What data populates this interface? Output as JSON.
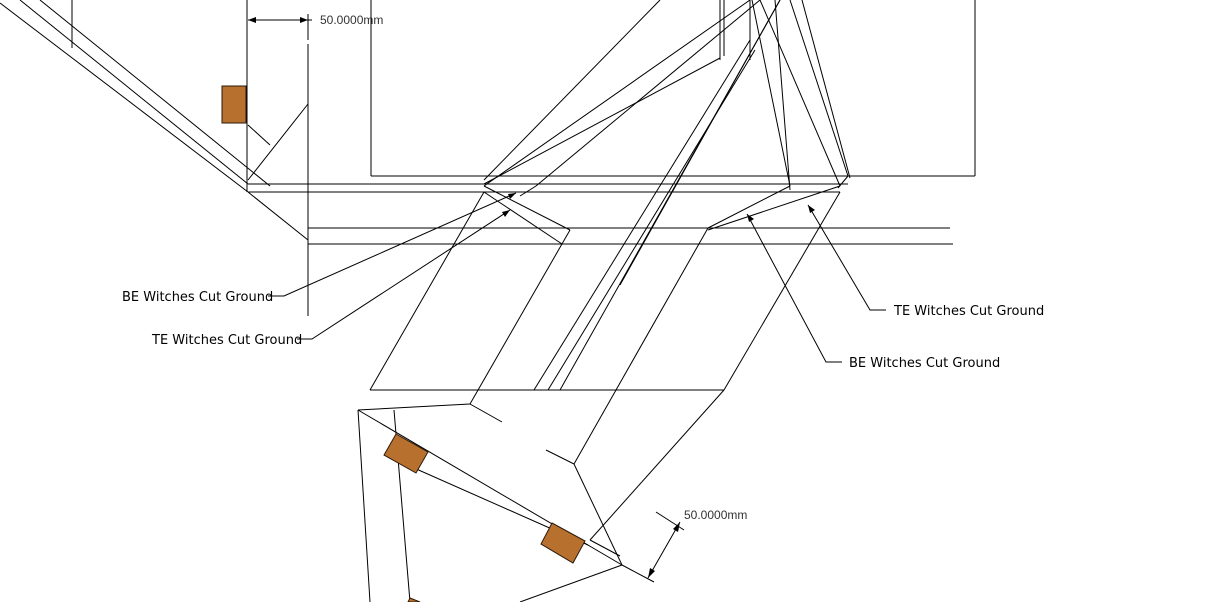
{
  "dimensions": {
    "top": "50.0000mm",
    "bottom": "50.0000mm"
  },
  "callouts": {
    "left_be": "BE Witches Cut Ground",
    "left_te": "TE Witches Cut Ground",
    "right_te": "TE Witches Cut Ground",
    "right_be": "BE Witches Cut Ground"
  },
  "colors": {
    "ground_block": "#b8702e",
    "lines": "#000000",
    "background": "#ffffff"
  }
}
